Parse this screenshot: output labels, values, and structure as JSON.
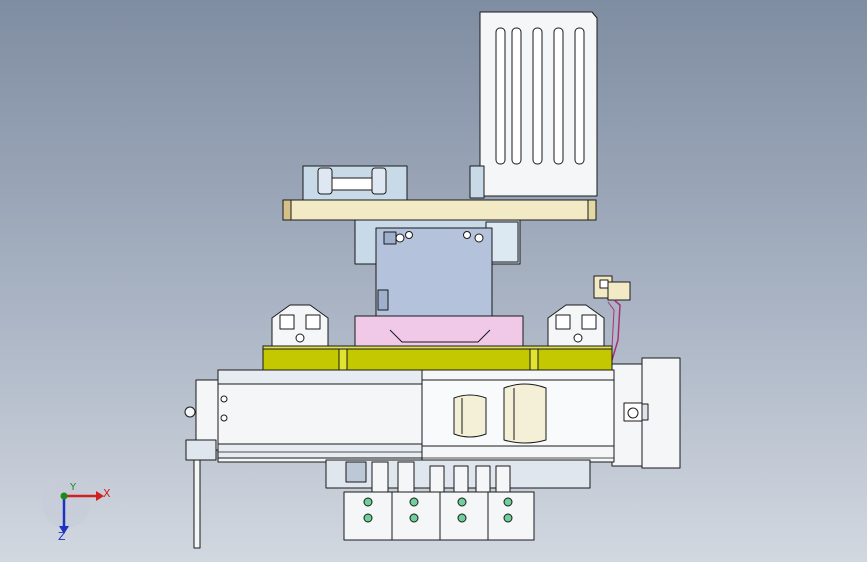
{
  "viewport": {
    "background_top": "#7f8da2",
    "background_bottom": "#d2d8e0"
  },
  "triad": {
    "x_label": "X",
    "y_label": "Y",
    "z_label": "Z",
    "x_color": "#d02020",
    "y_color": "#1a8a1a",
    "z_color": "#2030c0"
  },
  "colors": {
    "top_plate": "#f2eac4",
    "base_rail": "#c4c800",
    "sheet_metal": "#f4f6f8",
    "carriage": "#b4c2dc",
    "bearing_block": "#c8dae8",
    "spacer": "#f0c8e8",
    "outline": "#1a1a1a"
  }
}
